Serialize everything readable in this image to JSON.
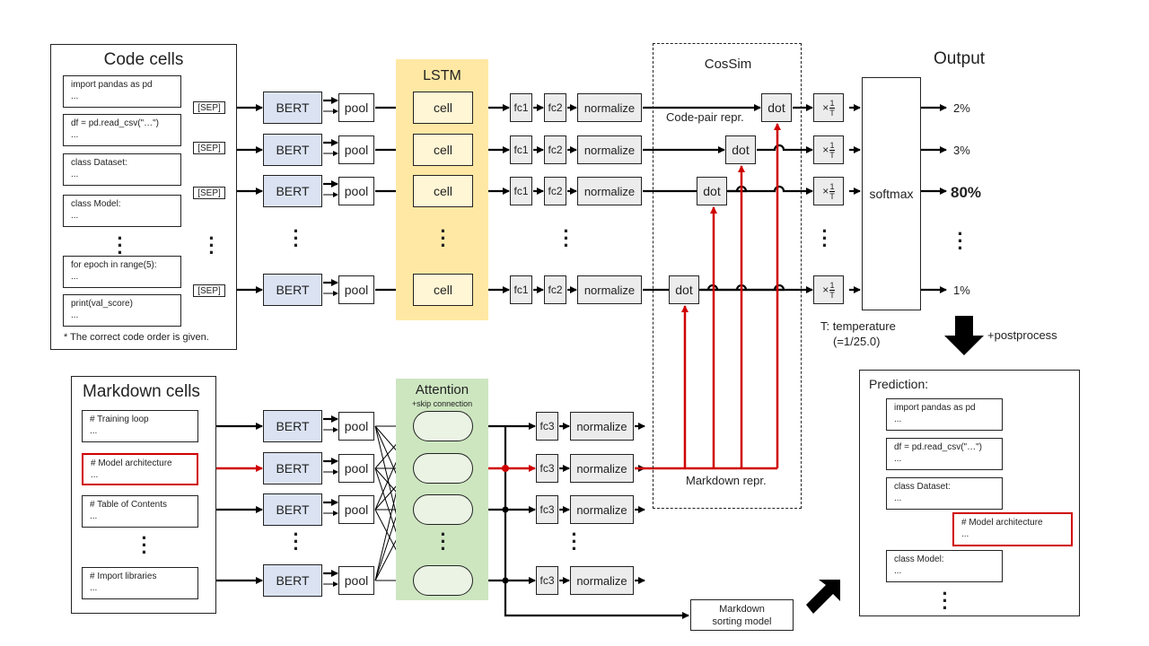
{
  "code_cells": {
    "title": "Code cells",
    "note": "* The correct code order is given.",
    "cells": [
      {
        "l1": "import pandas as pd",
        "l2": "..."
      },
      {
        "l1": "df = pd.read_csv(\"…\")",
        "l2": "..."
      },
      {
        "l1": "class Dataset:",
        "l2": "..."
      },
      {
        "l1": "class Model:",
        "l2": "..."
      },
      {
        "l1": "for epoch in range(5):",
        "l2": "..."
      },
      {
        "l1": "print(val_score)",
        "l2": "..."
      }
    ],
    "sep_label": "[SEP]"
  },
  "markdown_cells": {
    "title": "Markdown cells",
    "cells": [
      {
        "l1": "# Training loop",
        "l2": "..."
      },
      {
        "l1": "# Model architecture",
        "l2": "..."
      },
      {
        "l1": "# Table of Contents",
        "l2": "..."
      },
      {
        "l1": "# Import libraries",
        "l2": "..."
      }
    ]
  },
  "blocks": {
    "bert": "BERT",
    "pool": "pool",
    "cell": "cell",
    "fc1": "fc1",
    "fc2": "fc2",
    "fc3": "fc3",
    "normalize": "normalize",
    "dot": "dot",
    "softmax": "softmax",
    "temp_label": "×",
    "temp_num": "1",
    "temp_den": "T"
  },
  "lstm": {
    "title": "LSTM"
  },
  "attention": {
    "title": "Attention",
    "subtitle": "+skip connection"
  },
  "cossim": {
    "title": "CosSim",
    "code_pair_label": "Code-pair repr.",
    "markdown_label": "Markdown repr."
  },
  "output": {
    "title": "Output",
    "values": [
      "2%",
      "3%",
      "80%",
      "1%"
    ],
    "temperature_line1": "T: temperature",
    "temperature_line2": "(=1/25.0)",
    "postprocess": "+postprocess"
  },
  "sorting_model": {
    "line1": "Markdown",
    "line2": "sorting model"
  },
  "prediction": {
    "title": "Prediction:",
    "cells": [
      {
        "l1": "import pandas as pd",
        "l2": "..."
      },
      {
        "l1": "df = pd.read_csv(\"…\")",
        "l2": "..."
      },
      {
        "l1": "class Dataset:",
        "l2": "..."
      },
      {
        "l1": "# Model architecture",
        "l2": "..."
      },
      {
        "l1": "class Model:",
        "l2": "..."
      }
    ]
  },
  "colors": {
    "highlight": "#d00000",
    "bert": "#dbe3f3",
    "lstm": "#ffe8a4",
    "attention": "#cde6c0"
  }
}
